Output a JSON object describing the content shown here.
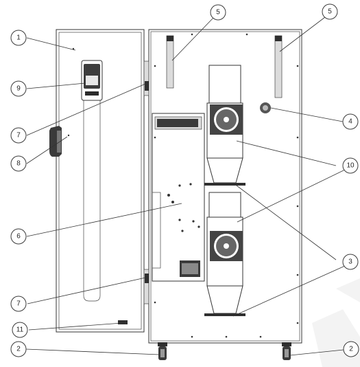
{
  "callouts": [
    {
      "id": "c1",
      "label": "1"
    },
    {
      "id": "c2a",
      "label": "2"
    },
    {
      "id": "c2b",
      "label": "2"
    },
    {
      "id": "c3",
      "label": "3"
    },
    {
      "id": "c4",
      "label": "4"
    },
    {
      "id": "c5a",
      "label": "5"
    },
    {
      "id": "c5b",
      "label": "5"
    },
    {
      "id": "c6",
      "label": "6"
    },
    {
      "id": "c7a",
      "label": "7"
    },
    {
      "id": "c7b",
      "label": "7"
    },
    {
      "id": "c8",
      "label": "8"
    },
    {
      "id": "c9",
      "label": "9"
    },
    {
      "id": "c10",
      "label": "10"
    },
    {
      "id": "c11",
      "label": "11"
    }
  ],
  "colors": {
    "line": "#333333",
    "fill": "#ffffff",
    "watermark": "#f0f0f0"
  }
}
